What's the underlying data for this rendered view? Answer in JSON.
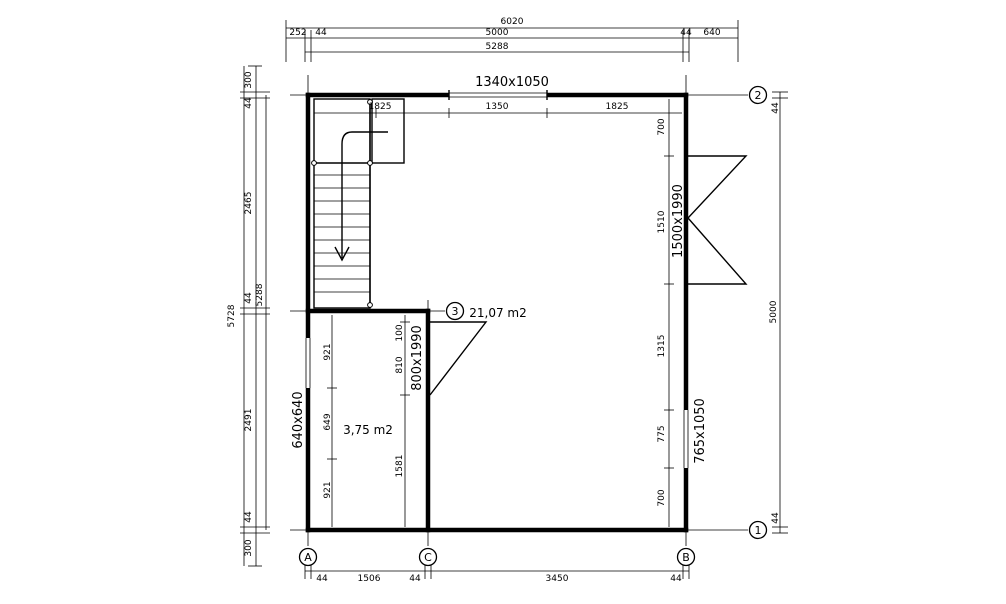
{
  "top_dimensions": {
    "overall": "6020",
    "left_overhang": "252",
    "left_wall": "44",
    "inner": "5000",
    "right_wall": "44",
    "right_overhang": "640",
    "outer_structure": "5288"
  },
  "left_dimensions": {
    "overall": "5728",
    "structure": "5288",
    "chain": [
      "300",
      "44",
      "2465",
      "44",
      "2491",
      "44",
      "300"
    ]
  },
  "right_dimensions": {
    "top_wall": "44",
    "inner": "5000",
    "bottom_wall": "44"
  },
  "bottom_dimensions": [
    "44",
    "1506",
    "44",
    "3450",
    "44"
  ],
  "top_inner_dimensions": [
    "1825",
    "1350",
    "1825"
  ],
  "right_inner_dimensions": [
    "700",
    "1510",
    "1315",
    "775",
    "700"
  ],
  "small_room_dimensions": [
    "921",
    "649",
    "921"
  ],
  "partition_dimensions": [
    "100",
    "810",
    "1581"
  ],
  "openings": {
    "top_window": "1340x1050",
    "right_door": "1500x1990",
    "right_window": "765x1050",
    "left_window": "640x640",
    "inner_door": "800x1990"
  },
  "areas": {
    "main": "21,07 m2",
    "small": "3,75 m2"
  },
  "grid_axes": {
    "a": "A",
    "b": "B",
    "c": "C",
    "one": "1",
    "two": "2",
    "three": "3"
  }
}
